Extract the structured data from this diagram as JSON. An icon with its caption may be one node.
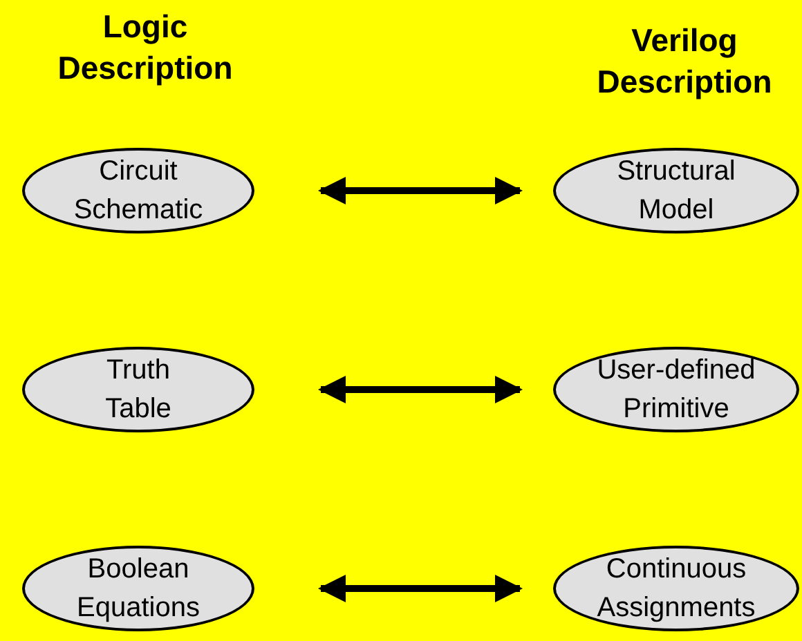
{
  "diagram": {
    "nodes": [
      {
        "text": [
          "Circuit Schematic"
        ]
      },
      {
        "text": [
          "Structural Model"
        ]
      },
      {
        "text": [
          "Truth Table"
        ]
      },
      {
        "text": [
          "User-defined Primitive"
        ]
      },
      {
        "text": [
          "Boolean Equations"
        ]
      },
      {
        "text": [
          "Continuous Assignments"
        ]
      }
    ],
    "edges": [
      {
        "from": 0,
        "to": 1,
        "arrow": "both"
      },
      {
        "from": 2,
        "to": 3,
        "arrow": "both"
      },
      {
        "from": 4,
        "to": 5,
        "arrow": "both"
      }
    ],
    "labels": [
      "Logic Description",
      "Verilog Description"
    ]
  }
}
